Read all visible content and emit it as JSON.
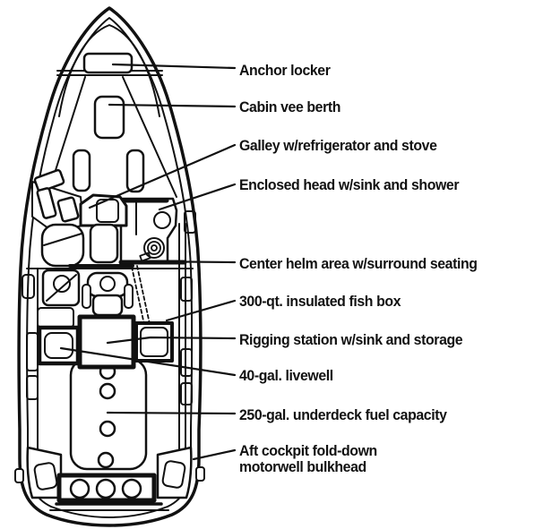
{
  "diagram": {
    "labels": [
      {
        "id": "anchor-locker",
        "text": "Anchor locker"
      },
      {
        "id": "cabin-vee-berth",
        "text": "Cabin vee berth"
      },
      {
        "id": "galley",
        "text": "Galley w/refrigerator and stove"
      },
      {
        "id": "enclosed-head",
        "text": "Enclosed head w/sink and shower"
      },
      {
        "id": "center-helm",
        "text": "Center helm area w/surround seating"
      },
      {
        "id": "fish-box",
        "text": "300-qt. insulated fish box"
      },
      {
        "id": "rigging-station",
        "text": "Rigging station w/sink and storage"
      },
      {
        "id": "livewell",
        "text": "40-gal. livewell"
      },
      {
        "id": "fuel-capacity",
        "text": "250-gal. underdeck fuel capacity"
      },
      {
        "id": "aft-cockpit",
        "text": "Aft cockpit fold-down\nmotorwell bulkhead"
      }
    ],
    "colors": {
      "ink": "#111111",
      "background": "#ffffff"
    }
  }
}
